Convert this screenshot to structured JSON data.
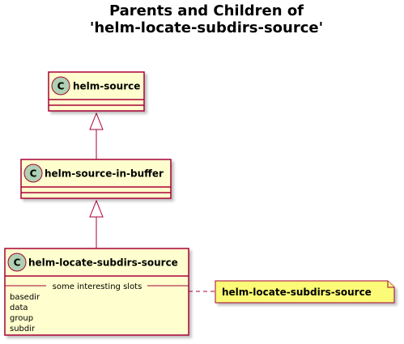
{
  "title": {
    "line1": "Parents and Children of",
    "line2": "'helm-locate-subdirs-source'"
  },
  "colors": {
    "class_fill": "#FEFECE",
    "class_border": "#A80036",
    "circle_fill": "#ADD1B2",
    "note_fill": "#FBFB77",
    "note_border": "#A80036",
    "edge": "#A80036"
  },
  "classes": [
    {
      "id": "helm-source",
      "name": "helm-source",
      "stereotype_letter": "C"
    },
    {
      "id": "helm-source-in-buffer",
      "name": "helm-source-in-buffer",
      "stereotype_letter": "C"
    },
    {
      "id": "helm-locate-subdirs-source",
      "name": "helm-locate-subdirs-source",
      "stereotype_letter": "C",
      "separator_label": "some interesting slots",
      "slots": [
        "basedir",
        "data",
        "group",
        "subdir"
      ]
    }
  ],
  "note": {
    "text": "helm-locate-subdirs-source"
  }
}
